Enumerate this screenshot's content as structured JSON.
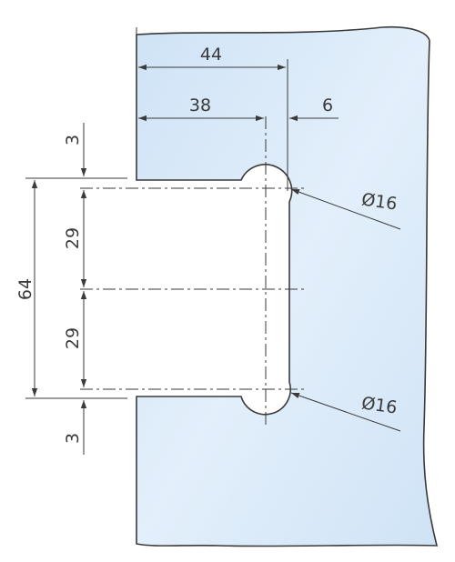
{
  "drawing": {
    "dimensions": {
      "width_total": "44",
      "width_to_center": "38",
      "center_to_edge": "6",
      "top_gap": "3",
      "bottom_gap": "3",
      "upper_half": "29",
      "lower_half": "29",
      "cutout_height": "64",
      "hole_top": "Ø16",
      "hole_bottom": "Ø16"
    },
    "colors": {
      "glass_fill": "#d6e8f8",
      "glass_fill_light": "#eaf3fc",
      "outline": "#3a3a3a"
    }
  }
}
